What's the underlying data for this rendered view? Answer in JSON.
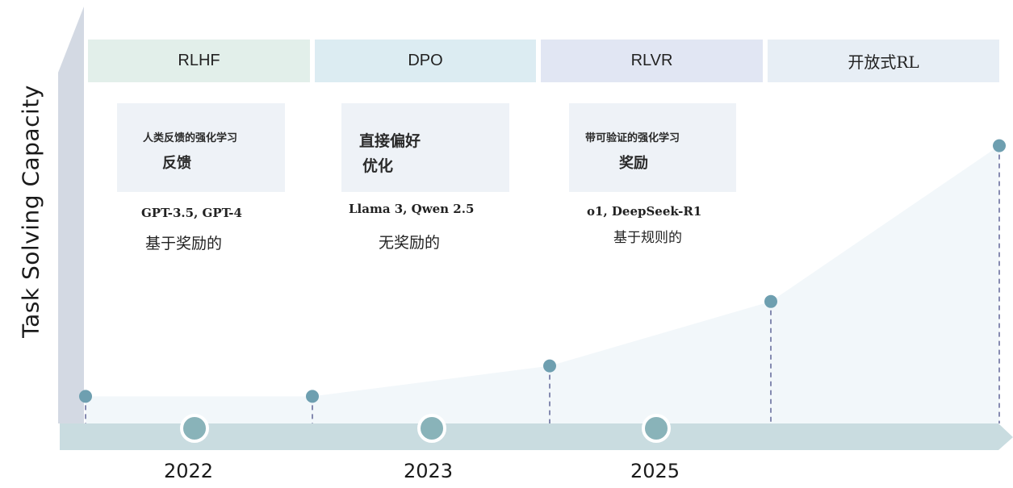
{
  "axis_label": "Task Solving Capacity",
  "colors": {
    "axis": "#d3d9e3",
    "timeline_bar": "#c9dce0",
    "area_fill": "#f2f7fa",
    "point": "#6e9fb0",
    "year_marker": "#89b3b9",
    "dash": "#4a4f88"
  },
  "phases": [
    {
      "band_label": "RLHF",
      "band_color": "#e2efea",
      "card_line1": "人类反馈的强化学习",
      "card_line2": "反馈",
      "models": "GPT-3.5, GPT-4",
      "subtitle": "基于奖励的"
    },
    {
      "band_label": "DPO",
      "band_color": "#dcecf2",
      "card_line1": "直接偏好",
      "card_line2": "优化",
      "models": "Llama 3, Qwen 2.5",
      "subtitle": "无奖励的"
    },
    {
      "band_label": "RLVR",
      "band_color": "#e1e6f3",
      "card_line1": "带可验证的强化学习",
      "card_line2": "奖励",
      "models": "o1, DeepSeek-R1",
      "subtitle": "基于规则的"
    },
    {
      "band_label": "开放式RL",
      "band_color": "#e7eef5"
    }
  ],
  "years": [
    "2022",
    "2023",
    "2025"
  ],
  "capacity_levels": [
    0.08,
    0.08,
    0.17,
    0.36,
    0.82
  ]
}
